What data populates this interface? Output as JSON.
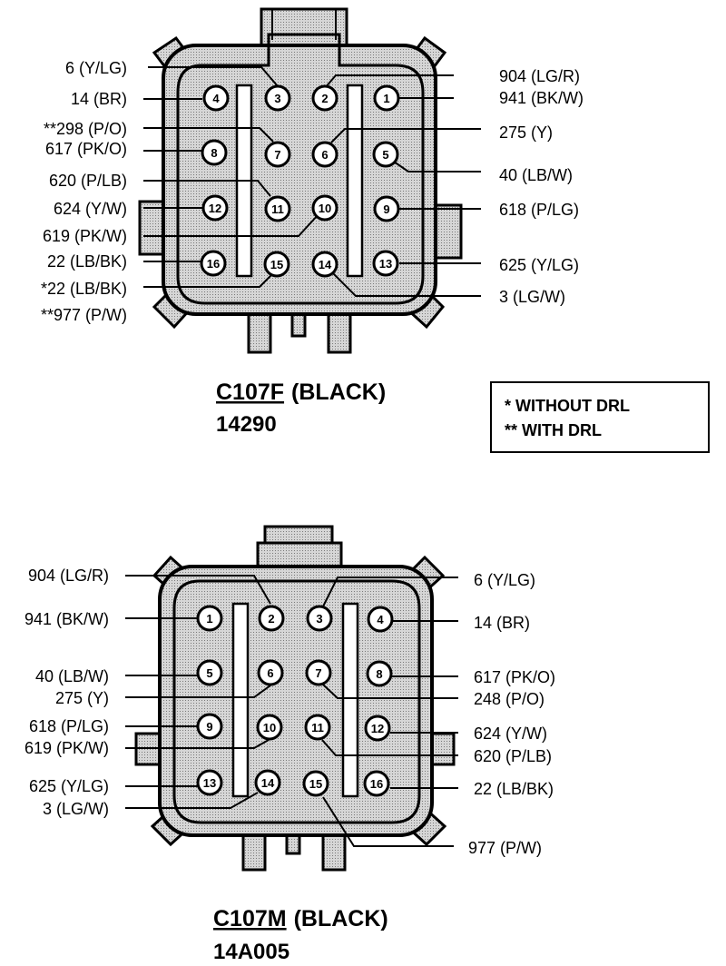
{
  "colors": {
    "ink": "#000000",
    "fill": "#c9c9c9",
    "paper": "#ffffff"
  },
  "connector_f": {
    "code": "C107F",
    "color": "(BLACK)",
    "part_number": "14290",
    "pins": [
      "1",
      "2",
      "3",
      "4",
      "5",
      "6",
      "7",
      "8",
      "9",
      "10",
      "11",
      "12",
      "13",
      "14",
      "15",
      "16"
    ],
    "wires_left": [
      "6 (Y/LG)",
      "14 (BR)",
      "**298 (P/O)",
      "617 (PK/O)",
      "620 (P/LB)",
      "624 (Y/W)",
      "619 (PK/W)",
      "22 (LB/BK)",
      "*22 (LB/BK)",
      "**977 (P/W)"
    ],
    "wires_right": [
      "904 (LG/R)",
      "941 (BK/W)",
      "275 (Y)",
      "40 (LB/W)",
      "618 (P/LG)",
      "625 (Y/LG)",
      "3 (LG/W)"
    ]
  },
  "legend": {
    "without_drl": "*  WITHOUT DRL",
    "with_drl": "** WITH DRL"
  },
  "connector_m": {
    "code": "C107M",
    "color": "(BLACK)",
    "part_number": "14A005",
    "pins": [
      "1",
      "2",
      "3",
      "4",
      "5",
      "6",
      "7",
      "8",
      "9",
      "10",
      "11",
      "12",
      "13",
      "14",
      "15",
      "16"
    ],
    "wires_left": [
      "904 (LG/R)",
      "941 (BK/W)",
      "40 (LB/W)",
      "275  (Y)",
      "618 (P/LG)",
      "619 (PK/W)",
      "625 (Y/LG)",
      "3 (LG/W)"
    ],
    "wires_right": [
      "6 (Y/LG)",
      "14 (BR)",
      "617 (PK/O)",
      "248 (P/O)",
      "624  (Y/W)",
      "620 (P/LB)",
      "22 (LB/BK)",
      "977 (P/W)"
    ]
  }
}
